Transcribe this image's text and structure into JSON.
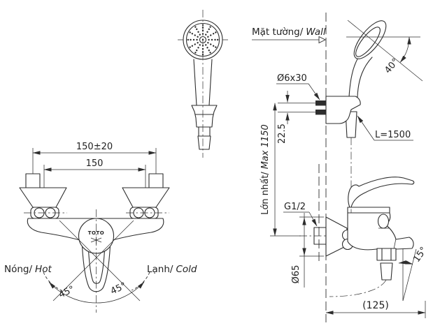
{
  "front_view": {
    "dim_spread_tolerance": "150±20",
    "dim_spread": "150",
    "label_hot_vi": "Nóng/",
    "label_hot_en": "Hot",
    "label_cold_vi": "Lạnh/",
    "label_cold_en": "Cold",
    "angle_left": "45°",
    "angle_right": "45°",
    "brand": "TOTO"
  },
  "side_view": {
    "label_wall_vi": "Mặt tường/",
    "label_wall_en": "Wall",
    "dim_screw": "Ø6x30",
    "dim_screw_spacing": "22.5",
    "dim_hose_length": "L=1500",
    "dim_max_vi": "Lớn nhất/",
    "dim_max_en": "Max 1150",
    "dim_thread": "G1/2",
    "dim_escutcheon": "Ø65",
    "angle_head": "40°",
    "angle_spout": "15°",
    "dim_depth": "(125)"
  }
}
